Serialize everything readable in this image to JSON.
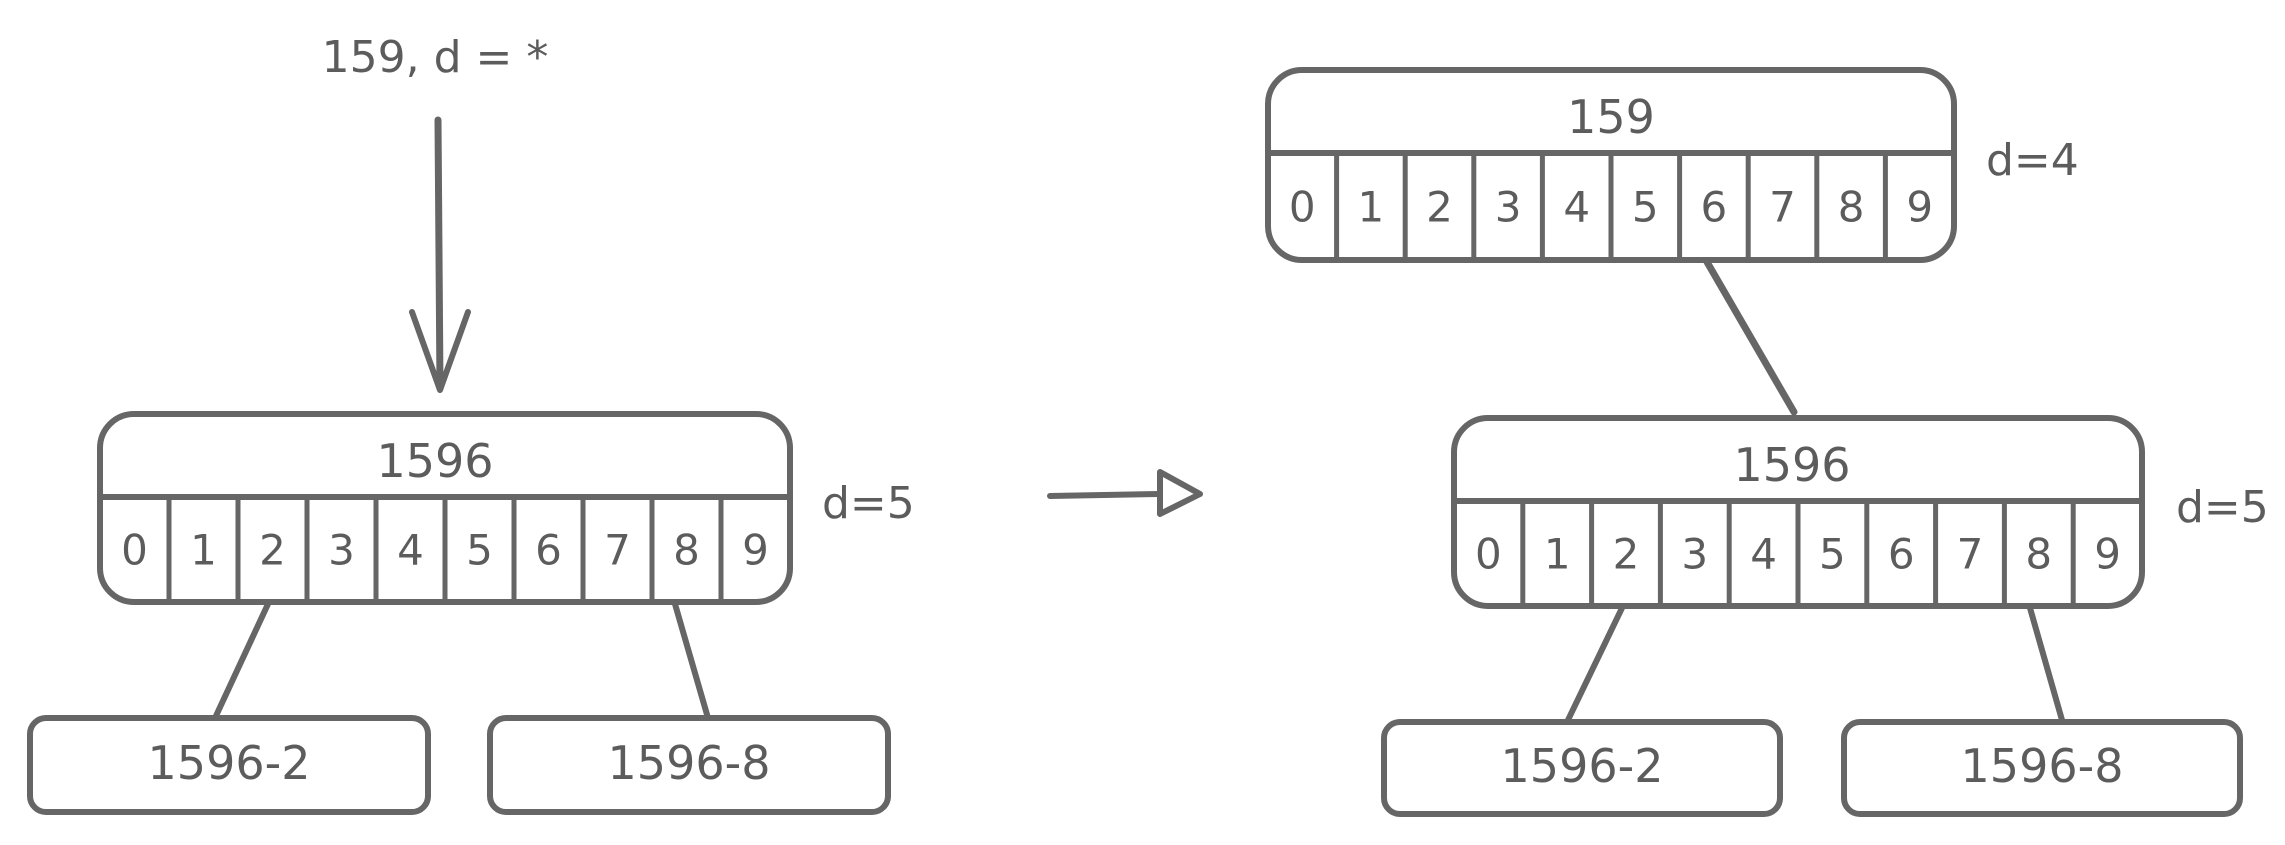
{
  "input_label": "159, d = *",
  "digits": [
    "0",
    "1",
    "2",
    "3",
    "4",
    "5",
    "6",
    "7",
    "8",
    "9"
  ],
  "before": {
    "node": {
      "label": "1596",
      "depth": "d=5"
    },
    "children": [
      {
        "label": "1596-2"
      },
      {
        "label": "1596-8"
      }
    ]
  },
  "after": {
    "parent": {
      "label": "159",
      "depth": "d=4"
    },
    "node": {
      "label": "1596",
      "depth": "d=5"
    },
    "children": [
      {
        "label": "1596-2"
      },
      {
        "label": "1596-8"
      }
    ]
  },
  "colors": {
    "stroke": "#666666",
    "text": "#5c5c5c",
    "background": "#ffffff"
  }
}
